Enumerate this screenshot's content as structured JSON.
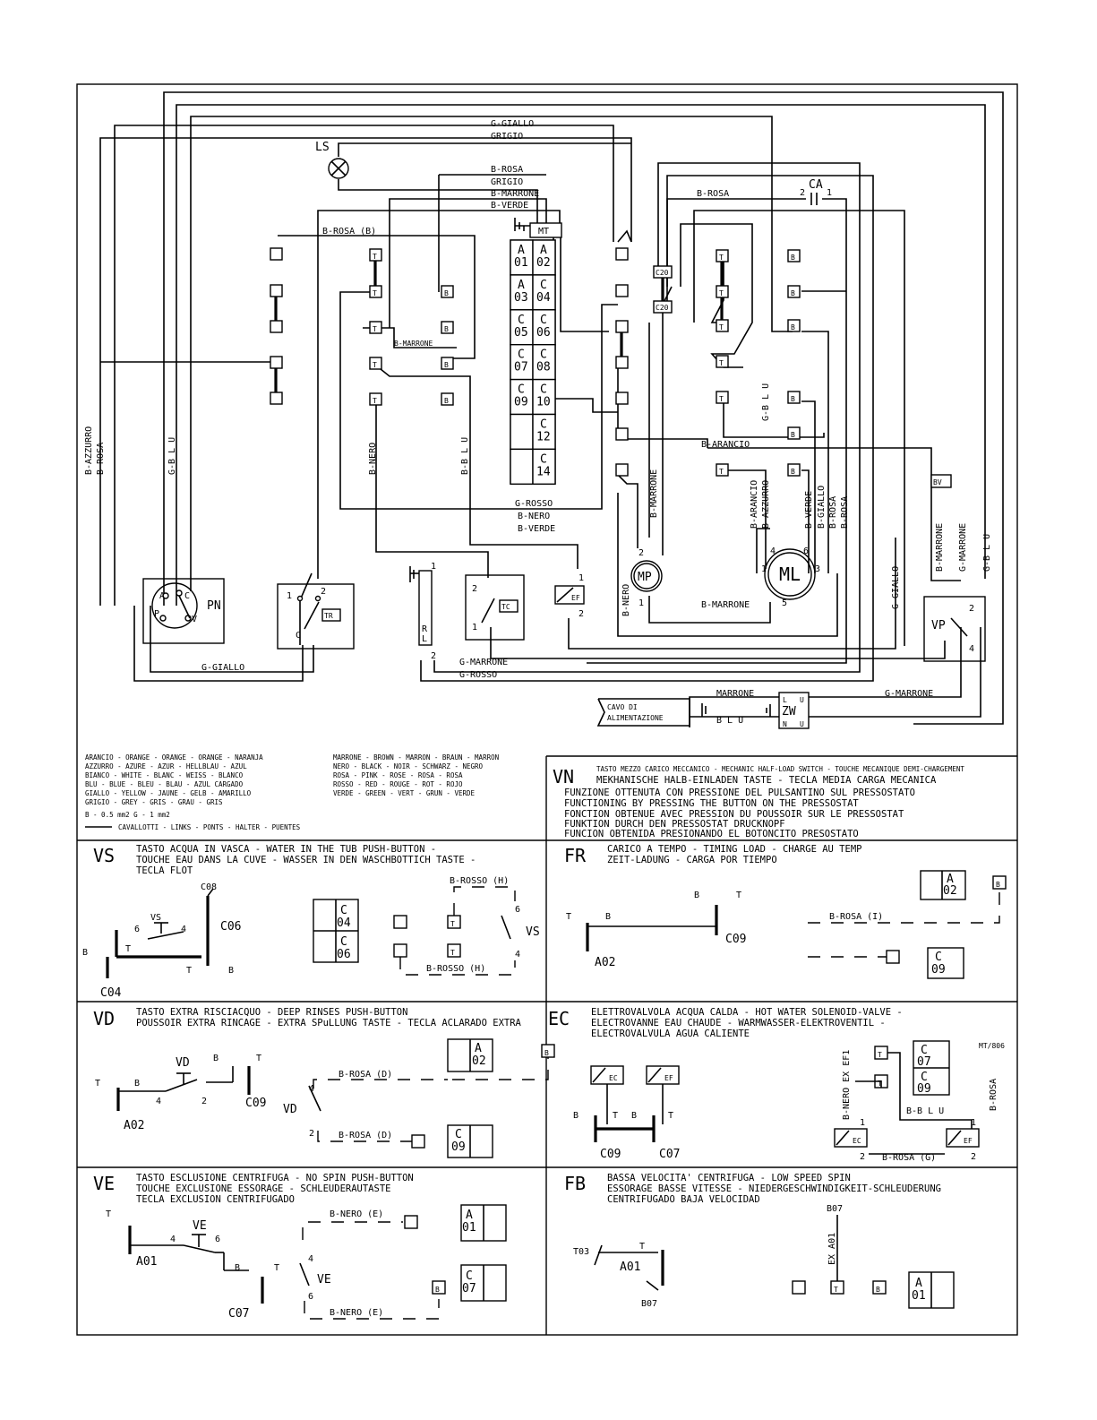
{
  "main": {
    "wires": {
      "g_giallo": "G-GIALLO",
      "grigio": "GRIGIO",
      "b_rosa": "B-ROSA",
      "grigio2": "GRIGIO",
      "b_marrone": "B-MARRONE",
      "b_verde": "B-VERDE",
      "b_rosa_b": "B-ROSA (B)",
      "b_rosa_ca": "B-ROSA",
      "b_marrone_small": "B-MARRONE",
      "b_arancio": "B-ARANCIO",
      "g_rosso": "G-ROSSO",
      "b_nero": "B-NERO",
      "b_verde2": "B-VERDE",
      "g_marrone": "G-MARRONE",
      "g_rosso2": "G-ROSSO",
      "g_giallo_bottom": "G-GIALLO",
      "b_marrone_ml": "B-MARRONE",
      "marrone": "MARRONE",
      "blu": "B L U",
      "g_marrone_zw": "G-MARRONE"
    },
    "vertical_wires": {
      "b_azzurro": "B-AZZURRO",
      "b_rosa_left": "B-ROSA",
      "g_blu": "G-B L U",
      "b_nero_v": "B-NERO",
      "b_blu_v": "B-B L U",
      "b_marrone_v": "B-MARRONE",
      "g_blu_right": "G-B L U",
      "b_nero_mp": "B-NERO",
      "b_arancio_v": "B-ARANCIO",
      "b_azzurro_v": "B-AZZURRO",
      "b_verde_v": "B-VERDE",
      "b_giallo_v": "B-GIALLO",
      "b_rosa_v1": "B-ROSA",
      "b_rosa_v2": "B-ROSA",
      "g_giallo_v": "G-GIALLO",
      "b_marrone_v2": "B-MARRONE",
      "g_marrone_v": "G-MARRONE",
      "g_blu_v": "G-B L U"
    },
    "components": {
      "ls": "LS",
      "ca": "CA",
      "ca_2": "2",
      "ca_1": "1",
      "mt": "MT",
      "c20a": "C20",
      "c20b": "C20",
      "pn": "PN",
      "pn_a": "A",
      "pn_c": "C",
      "pn_p": "P",
      "pn_v": "V",
      "tr": "TR",
      "tc": "TC",
      "ef": "EF",
      "rl_r": "R",
      "rl_l": "L",
      "mp": "MP",
      "ml": "ML",
      "bv": "BV",
      "vp": "VP",
      "zw": "ZW",
      "zw_l": "L",
      "zw_u": "U",
      "zw_n": "N",
      "zw_u2": "U",
      "cavo1": "CAVO DI",
      "cavo2": "ALIMENTAZIONE",
      "t": "T",
      "b": "B",
      "one": "1",
      "two": "2",
      "three": "3",
      "four": "4",
      "five": "5",
      "six": "6",
      "c": "C"
    },
    "timer_cells": [
      [
        "A",
        "01"
      ],
      [
        "A",
        "02"
      ],
      [
        "A",
        "03"
      ],
      [
        "C",
        "04"
      ],
      [
        "C",
        "05"
      ],
      [
        "C",
        "06"
      ],
      [
        "C",
        "07"
      ],
      [
        "C",
        "08"
      ],
      [
        "C",
        "09"
      ],
      [
        "C",
        "10"
      ],
      [
        "",
        ""
      ],
      [
        "C",
        "12"
      ],
      [
        "",
        ""
      ],
      [
        "C",
        "14"
      ]
    ]
  },
  "legend": {
    "colors_left": [
      "ARANCIO - ORANGE - ORANGE - ORANGE - NARANJA",
      "AZZURRO - AZURE - AZUR - HELLBLAU - AZUL",
      "BIANCO - WHITE - BLANC - WEISS - BLANCO",
      "BLU - BLUE - BLEU - BLAU - AZUL CARGADO",
      "GIALLO - YELLOW - JAUNE - GELB - AMARILLO",
      "GRIGIO - GREY - GRIS - GRAU - GRIS"
    ],
    "colors_right": [
      "MARRONE - BROWN - MARRON - BRAUN - MARRON",
      "NERO - BLACK - NOIR - SCHWARZ - NEGRO",
      "ROSA - PINK - ROSE - ROSA - ROSA",
      "ROSSO - RED - ROUGE - ROT - ROJO",
      "VERDE - GREEN - VERT - GRUN - VERDE"
    ],
    "sections": "B - 0.5 mm2      G - 1 mm2",
    "links": "CAVALLOTTI - LINKS - PONTS - HALTER - PUENTES"
  },
  "panels": {
    "vn": {
      "code": "VN",
      "lines": [
        "TASTO MEZZO CARICO MECCANICO - MECHANIC HALF-LOAD SWITCH - TOUCHE MECANIQUE DEMI-CHARGEMENT",
        "MEKHANISCHE HALB-EINLADEN TASTE - TECLA MEDIA CARGA MECANICA",
        "FUNZIONE OTTENUTA CON PRESSIONE DEL PULSANTINO SUL PRESSOSTATO",
        "FUNCTIONING BY PRESSING THE BUTTON ON THE PRESSOSTAT",
        "FONCTION OBTENUE AVEC PRESSION DU POUSSOIR SUR LE PRESSOSTAT",
        "FUNKTION DURCH DEN PRESSOSTAT DRUCKNOPF",
        "FUNCION OBTENIDA PRESIONANDO EL BOTONCITO PRESOSTATO"
      ]
    },
    "vs": {
      "code": "VS",
      "lines": [
        "TASTO ACQUA IN VASCA - WATER IN THE TUB PUSH-BUTTON -",
        "TOUCHE EAU DANS LA CUVE - WASSER IN DEN WASCHBOTTICH TASTE -",
        "TECLA FLOT"
      ],
      "labels": {
        "c08": "C08",
        "c06": "C06",
        "c04": "C04",
        "vs": "VS",
        "b_rosso_h": "B-ROSSO (H)",
        "cell1": "C",
        "cell1n": "04",
        "cell2": "C",
        "cell2n": "06"
      }
    },
    "fr": {
      "code": "FR",
      "lines": [
        "CARICO A TEMPO - TIMING LOAD - CHARGE AU TEMP",
        "ZEIT-LADUNG - CARGA POR TIEMPO"
      ],
      "labels": {
        "a02": "A02",
        "c09": "C09",
        "b_rosa_i": "B-ROSA (I)",
        "cellA": "A",
        "cellAn": "02",
        "cellC": "C",
        "cellCn": "09"
      }
    },
    "vd": {
      "code": "VD",
      "lines": [
        "TASTO EXTRA RISCIACQUO - DEEP RINSES PUSH-BUTTON",
        "POUSSOIR EXTRA RINCAGE - EXTRA SPuLLUNG TASTE - TECLA ACLARADO EXTRA"
      ],
      "labels": {
        "vd": "VD",
        "a02": "A02",
        "c09": "C09",
        "b_rosa_d": "B-ROSA (D)",
        "cellA": "A",
        "cellAn": "02",
        "cellC": "C",
        "cellCn": "09"
      }
    },
    "ec": {
      "code": "EC",
      "lines": [
        "ELETTROVALVOLA ACQUA CALDA - HOT WATER SOLENOID-VALVE -",
        "ELECTROVANNE EAU CHAUDE - WARMWASSER-ELEKTROVENTIL -",
        "ELECTROVALVULA AGUA CALIENTE"
      ],
      "labels": {
        "ec": "EC",
        "ef": "EF",
        "c09": "C09",
        "c07": "C07",
        "mt806": "MT/806",
        "b_rosa": "B-ROSA",
        "b_nero_ex": "B-NERO EX EF1",
        "b_blu": "B-B L U",
        "b_rosa_g": "B-ROSA (G)",
        "cellC1": "C",
        "cellC1n": "07",
        "cellC2": "C",
        "cellC2n": "09"
      }
    },
    "ve": {
      "code": "VE",
      "lines": [
        "TASTO ESCLUSIONE CENTRIFUGA - NO SPIN PUSH-BUTTON",
        "TOUCHE EXCLUSIONE ESSORAGE - SCHLEUDERAUTASTE",
        "TECLA EXCLUSION CENTRIFUGADO"
      ],
      "labels": {
        "ve": "VE",
        "a01": "A01",
        "c07": "C07",
        "b_nero_e": "B-NERO (E)",
        "cellA": "A",
        "cellAn": "01",
        "cellC": "C",
        "cellCn": "07"
      }
    },
    "fb": {
      "code": "FB",
      "lines": [
        "BASSA VELOCITA' CENTRIFUGA - LOW SPEED SPIN",
        "ESSORAGE BASSE VITESSE - NIEDERGESCHWINDIGKEIT-SCHLEUDERUNG",
        "CENTRIFUGADO BAJA VELOCIDAD"
      ],
      "labels": {
        "t03": "T03",
        "a01": "A01",
        "b07": "B07",
        "b07b": "B07",
        "ex_a01": "EX A01",
        "cellA": "A",
        "cellAn": "01"
      }
    }
  }
}
